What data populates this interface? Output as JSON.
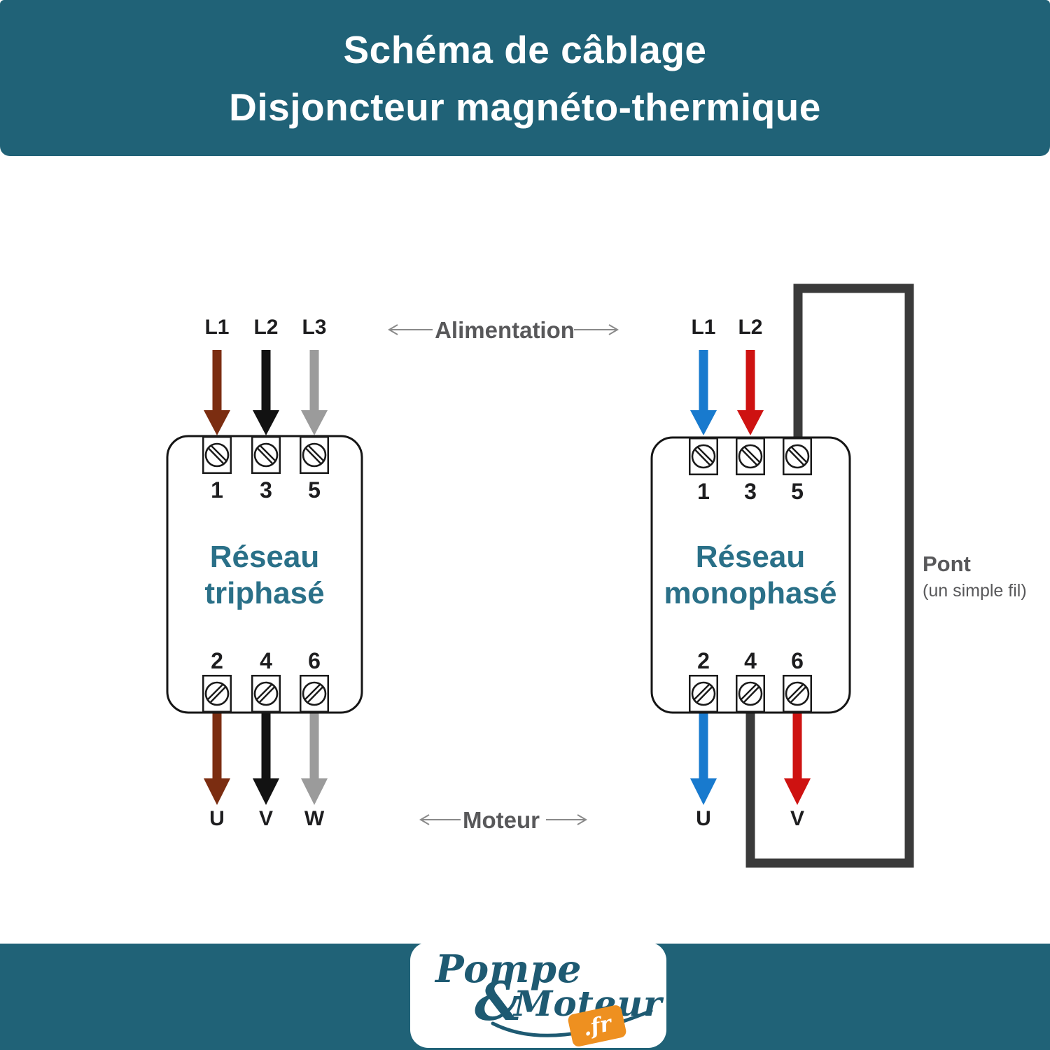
{
  "header": {
    "title_line1": "Schéma de câblage",
    "title_line2": "Disjoncteur magnéto-thermique"
  },
  "flow_labels": {
    "top": "Alimentation",
    "bottom": "Moteur"
  },
  "pont": {
    "title": "Pont",
    "subtitle": "(un simple fil)"
  },
  "breaker_left": {
    "title_line1": "Réseau",
    "title_line2": "triphasé",
    "input_labels": [
      "L1",
      "L2",
      "L3"
    ],
    "top_terminals": [
      "1",
      "3",
      "5"
    ],
    "bottom_terminals": [
      "2",
      "4",
      "6"
    ],
    "output_labels": [
      "U",
      "V",
      "W"
    ]
  },
  "breaker_right": {
    "title_line1": "Réseau",
    "title_line2": "monophasé",
    "input_labels": [
      "L1",
      "L2"
    ],
    "top_terminals": [
      "1",
      "3",
      "5"
    ],
    "bottom_terminals": [
      "2",
      "4",
      "6"
    ],
    "output_labels": [
      "U",
      "V"
    ]
  },
  "logo": {
    "word1": "Pompe",
    "ampersand": "&",
    "word2": "Moteur",
    "tld": ".fr"
  },
  "colors": {
    "banner_teal": "#206277",
    "network_teal": "#2a7088",
    "wire_brown": "#7b2d11",
    "wire_black": "#121212",
    "wire_gray": "#9b9b9b",
    "wire_blue": "#187ace",
    "wire_red": "#ce1211",
    "pont_wire": "#3a3a3a",
    "logo_teal": "#1e5a72",
    "logo_orange": "#ee9020"
  }
}
